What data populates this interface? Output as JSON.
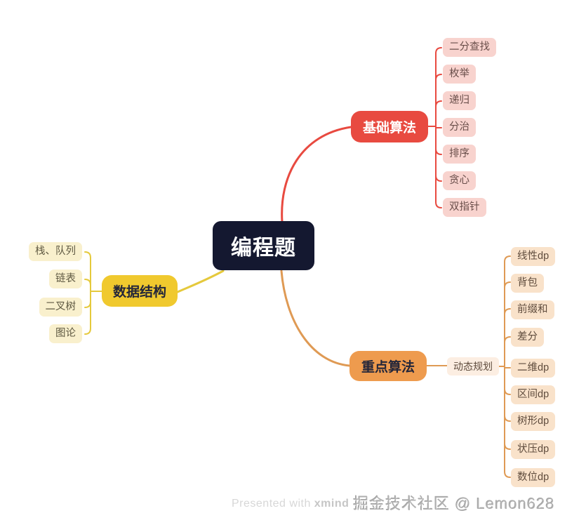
{
  "center": {
    "label": "编程题"
  },
  "basic": {
    "label": "基础算法",
    "children": [
      "二分查找",
      "枚举",
      "递归",
      "分治",
      "排序",
      "贪心",
      "双指针"
    ]
  },
  "data_structure": {
    "label": "数据结构",
    "children": [
      "栈、队列",
      "链表",
      "二叉树",
      "图论"
    ]
  },
  "key": {
    "label": "重点算法",
    "sub": {
      "label": "动态规划",
      "children": [
        "线性dp",
        "背包",
        "前缀和",
        "差分",
        "二维dp",
        "区间dp",
        "树形dp",
        "状压dp",
        "数位dp"
      ]
    }
  },
  "watermark": {
    "prefix": "Presented with ",
    "brand": "xmind",
    "signature": "掘金技术社区 @ Lemon628"
  },
  "colors": {
    "center_bg": "#141830",
    "red": "#e84a40",
    "pink_bg": "#f8d3ce",
    "yellow": "#e5c93c",
    "yellow_node_bg": "#f0c92e",
    "cream_bg": "#f9f0cd",
    "orange": "#df9a54",
    "orange_node_bg": "#ee9b4e",
    "peach_bg": "#f9e2ca",
    "pale_peach_bg": "#fceee2"
  }
}
